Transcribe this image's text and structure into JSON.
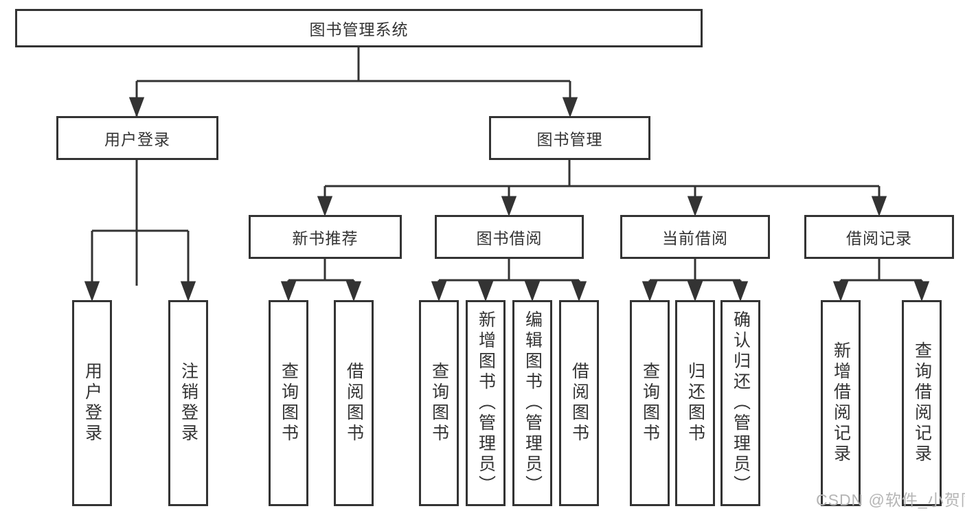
{
  "root": {
    "label": "图书管理系统"
  },
  "level2": {
    "user_login": {
      "label": "用户登录"
    },
    "book_management": {
      "label": "图书管理"
    }
  },
  "level3": {
    "new_book_recommend": {
      "label": "新书推荐"
    },
    "book_borrow": {
      "label": "图书借阅"
    },
    "current_borrow": {
      "label": "当前借阅"
    },
    "borrow_records": {
      "label": "借阅记录"
    }
  },
  "leaves": {
    "user_login_children": [
      {
        "label": "用户登录"
      },
      {
        "label": "注销登录"
      }
    ],
    "new_book_children": [
      {
        "label": "查询图书"
      },
      {
        "label": "借阅图书"
      }
    ],
    "book_borrow_children": [
      {
        "label": "查询图书"
      },
      {
        "label": "新增图书（管理员）"
      },
      {
        "label": "编辑图书（管理员）"
      },
      {
        "label": "借阅图书"
      }
    ],
    "current_borrow_children": [
      {
        "label": "查询图书"
      },
      {
        "label": "归还图书"
      },
      {
        "label": "确认归还（管理员）"
      }
    ],
    "borrow_records_children": [
      {
        "label": "新增借阅记录"
      },
      {
        "label": "查询借阅记录"
      }
    ]
  },
  "watermark": {
    "text": "CSDN @软件_小贺同学"
  },
  "colors": {
    "line": "#333333",
    "box_border": "#333333",
    "box_fill": "#ffffff",
    "text": "#333333",
    "watermark": "#b5b5b5",
    "background": "#ffffff"
  }
}
